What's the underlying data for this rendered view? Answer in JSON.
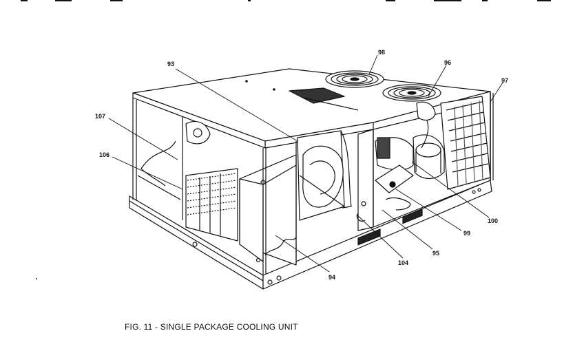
{
  "figure": {
    "caption": "FIG. 11 - SINGLE PACKAGE COOLING UNIT"
  },
  "callouts": [
    {
      "id": "c93",
      "label": "93"
    },
    {
      "id": "c98",
      "label": "98"
    },
    {
      "id": "c96",
      "label": "96"
    },
    {
      "id": "c97",
      "label": "97"
    },
    {
      "id": "c107",
      "label": "107"
    },
    {
      "id": "c106",
      "label": "106"
    },
    {
      "id": "c94",
      "label": "94"
    },
    {
      "id": "c104",
      "label": "104"
    },
    {
      "id": "c95",
      "label": "95"
    },
    {
      "id": "c99",
      "label": "99"
    },
    {
      "id": "c100",
      "label": "100"
    }
  ],
  "colors": {
    "ink": "#111111",
    "paper": "#ffffff",
    "shade": "#9a9a9a"
  }
}
